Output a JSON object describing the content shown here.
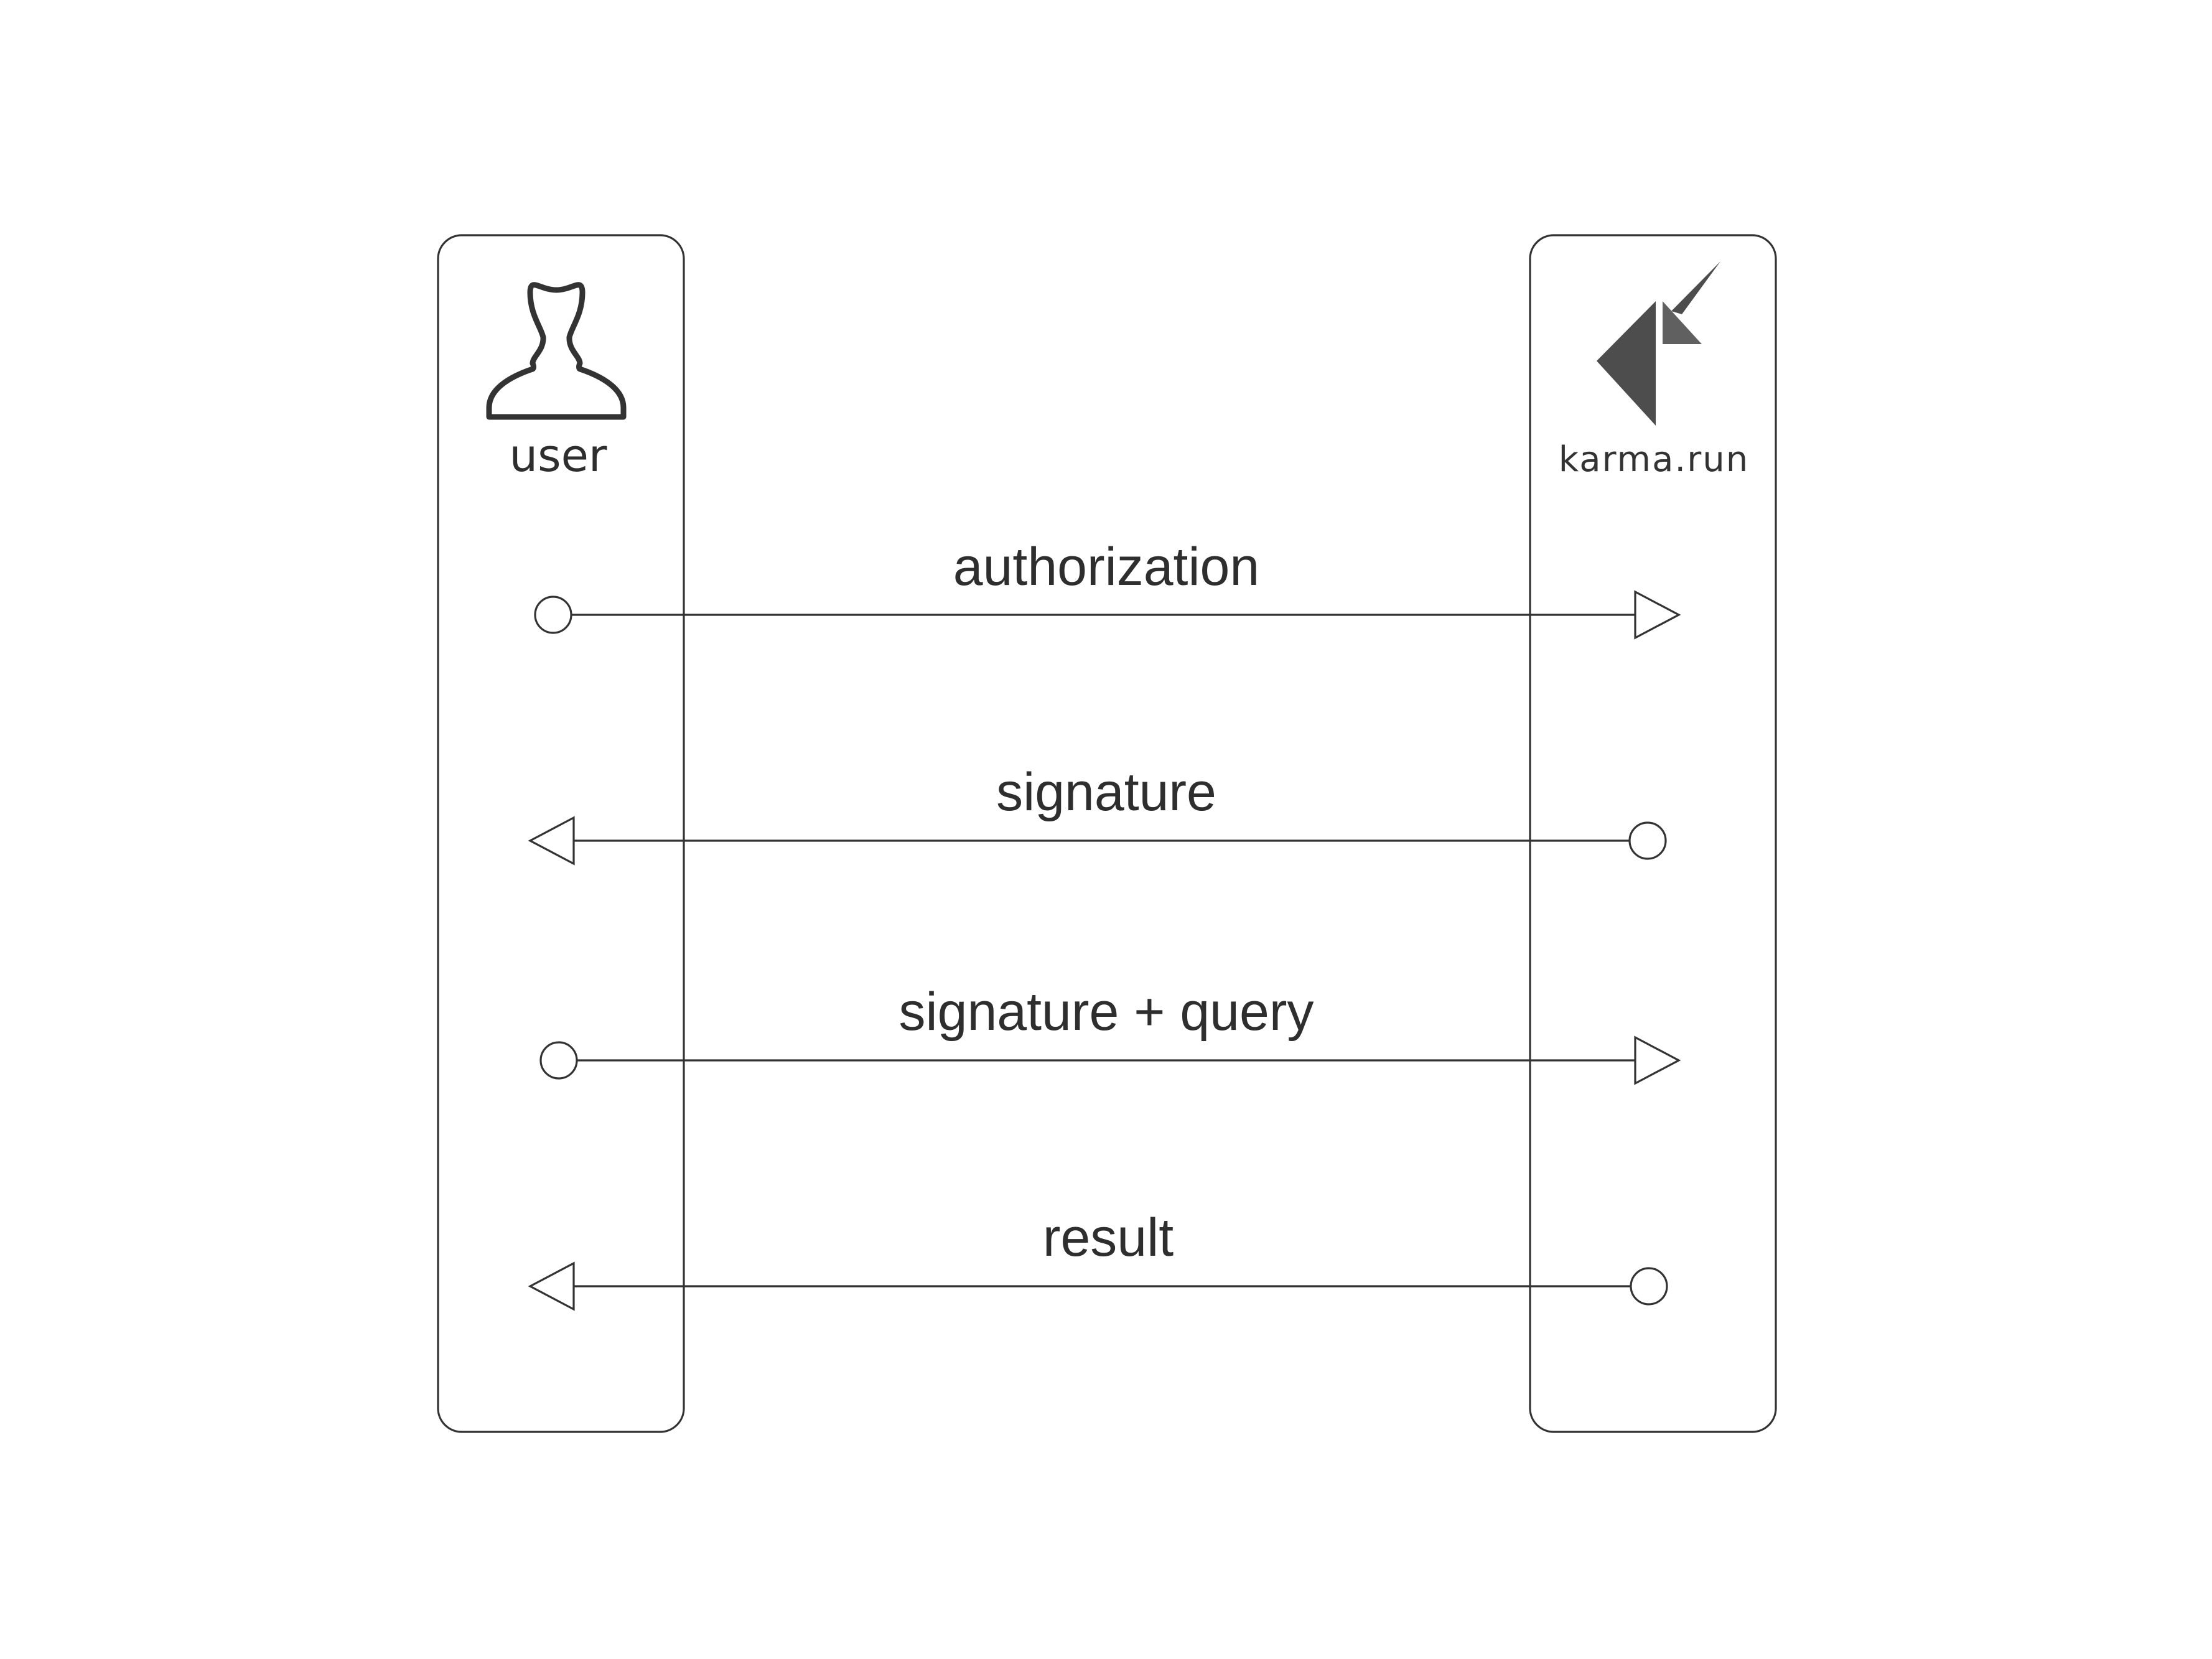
{
  "participants": {
    "user": {
      "label": "user",
      "icon": "user-silhouette-icon"
    },
    "server": {
      "label": "karma.run",
      "icon": "karma-run-unicorn-logo"
    }
  },
  "messages": [
    {
      "label": "authorization",
      "from": "user",
      "to": "server"
    },
    {
      "label": "signature",
      "from": "server",
      "to": "user"
    },
    {
      "label": "signature + query",
      "from": "user",
      "to": "server"
    },
    {
      "label": "result",
      "from": "server",
      "to": "user"
    }
  ],
  "colors": {
    "stroke": "#333333",
    "logo": "#4d4d4d",
    "background": "#ffffff"
  }
}
